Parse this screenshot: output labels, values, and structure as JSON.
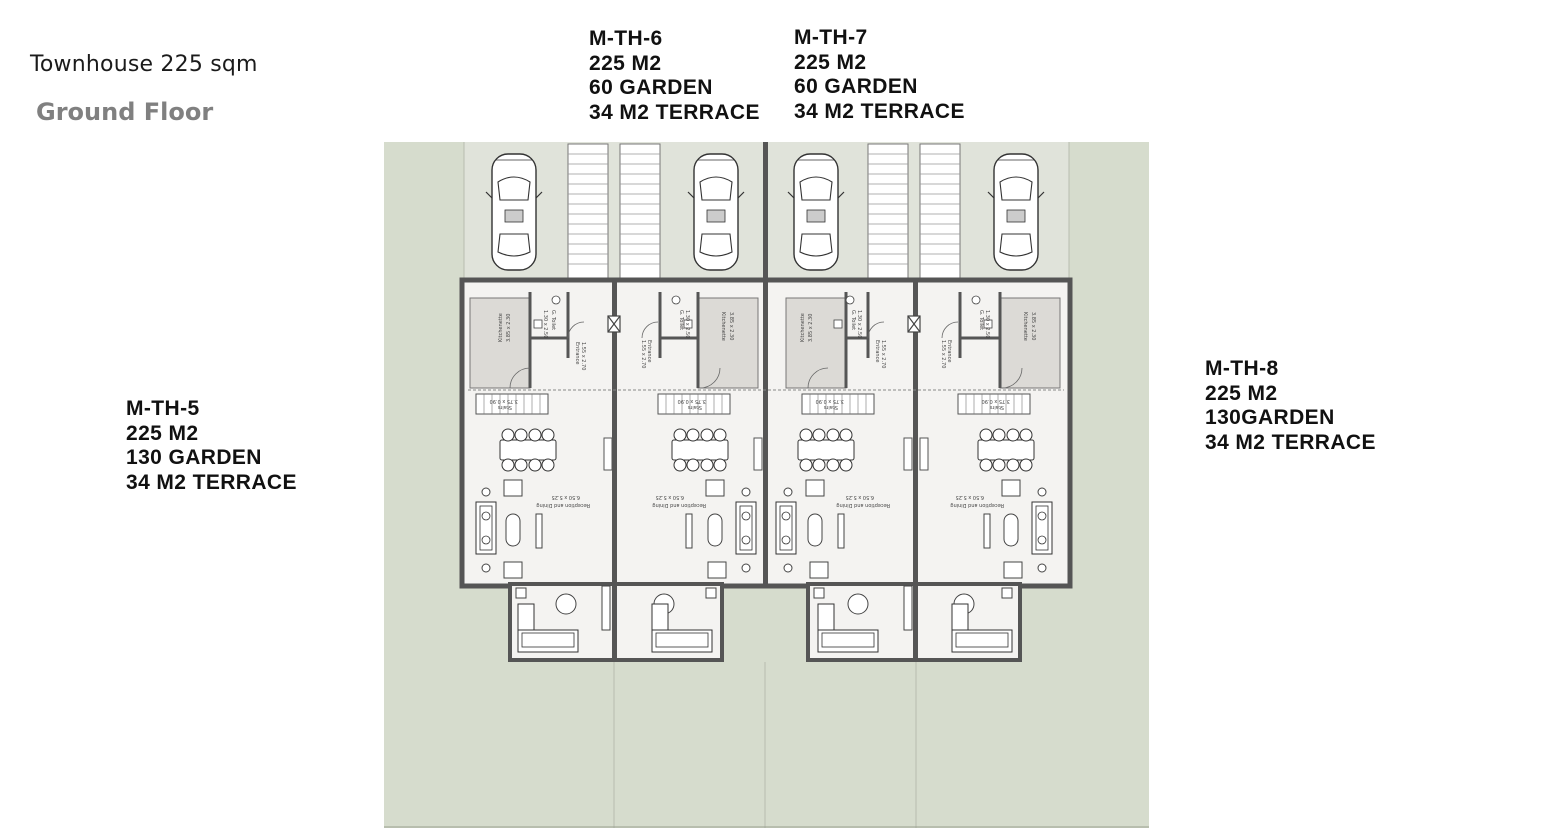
{
  "page": {
    "title": "Townhouse 225 sqm",
    "floor": "Ground Floor"
  },
  "units": [
    {
      "id": "M-TH-5",
      "lines": [
        "M-TH-5",
        "225 M2",
        "130 GARDEN",
        "34 M2 TERRACE"
      ]
    },
    {
      "id": "M-TH-6",
      "lines": [
        "M-TH-6",
        "225 M2",
        "60 GARDEN",
        "34 M2 TERRACE"
      ]
    },
    {
      "id": "M-TH-7",
      "lines": [
        "M-TH-7",
        "225 M2",
        "60 GARDEN",
        "34 M2 TERRACE"
      ]
    },
    {
      "id": "M-TH-8",
      "lines": [
        "M-TH-8",
        "225 M2",
        "130GARDEN",
        "34 M2 TERRACE"
      ]
    }
  ],
  "rooms": {
    "kitchenette": "Kitchenette",
    "kitchenette_size": "3.85 x 2.30",
    "gtoilet": "G. Toilet",
    "gtoilet_size": "1.30 x 2.50",
    "entrance": "Entrance",
    "entrance_size": "1.55 x 2.70",
    "stairs": "Stairs",
    "stairs_size": "3.75 x 0.90",
    "reception": "Reception and Dining",
    "reception_size": "6.50 x 5.25"
  },
  "colors": {
    "garden": "#d6dccd",
    "parking": "#dfe2d8",
    "wall": "#555555",
    "floor": "#f4f3f1",
    "kitchen": "#dcdad6"
  }
}
